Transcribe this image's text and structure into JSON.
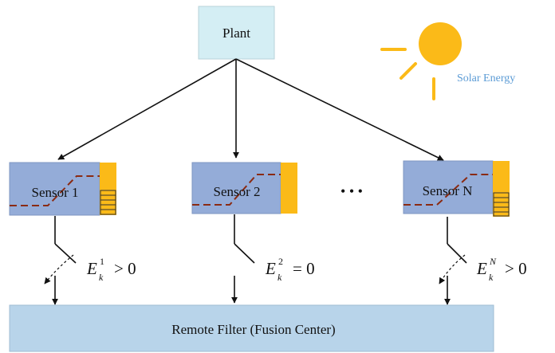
{
  "plant": {
    "label": "Plant"
  },
  "solar": {
    "label": "Solar Energy"
  },
  "sensors": [
    {
      "label": "Sensor 1"
    },
    {
      "label": "Sensor 2"
    },
    {
      "label": "Sensor N"
    }
  ],
  "ellipsis": "• • •",
  "conditions": [
    {
      "symbol": "E",
      "sub": "k",
      "sup": "1",
      "relation": "> 0"
    },
    {
      "symbol": "E",
      "sub": "k",
      "sup": "2",
      "relation": "= 0"
    },
    {
      "symbol": "E",
      "sub": "k",
      "sup": "N",
      "relation": "> 0"
    }
  ],
  "filter": {
    "label": "Remote Filter (Fusion Center)"
  },
  "colors": {
    "plant_fill": "#d4eef4",
    "sensor_fill": "#94acd8",
    "filter_fill": "#b8d4ea",
    "battery": "#fbba18",
    "sun": "#fbba18",
    "dashed_line": "#8a2a12",
    "solar_text": "#5b9bd5"
  }
}
